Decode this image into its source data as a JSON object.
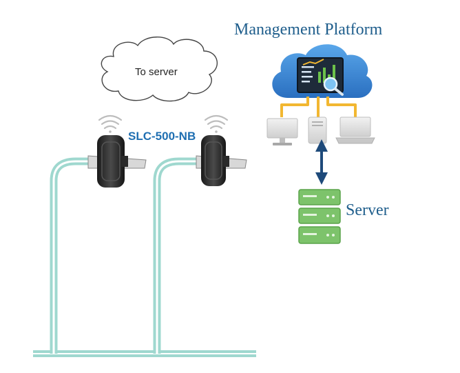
{
  "labels": {
    "platform_title": "Management Platform",
    "server": "Server",
    "device": "SLC-500-NB",
    "cloud": "To server"
  },
  "colors": {
    "pipe_stroke": "#9fd8cf",
    "platform_cloud": "#2f7fd0",
    "connector": "#f2b731",
    "server_green": "#7dc36b",
    "arrow": "#1e4a7a",
    "title_text": "#1f5e8c",
    "device_text": "#1f6fb2"
  },
  "icons": [
    "wifi-icon",
    "smart-lock-icon",
    "chart-monitor-icon",
    "magnifier-icon",
    "desktop-icon",
    "tower-pc-icon",
    "laptop-icon",
    "server-rack-icon"
  ]
}
